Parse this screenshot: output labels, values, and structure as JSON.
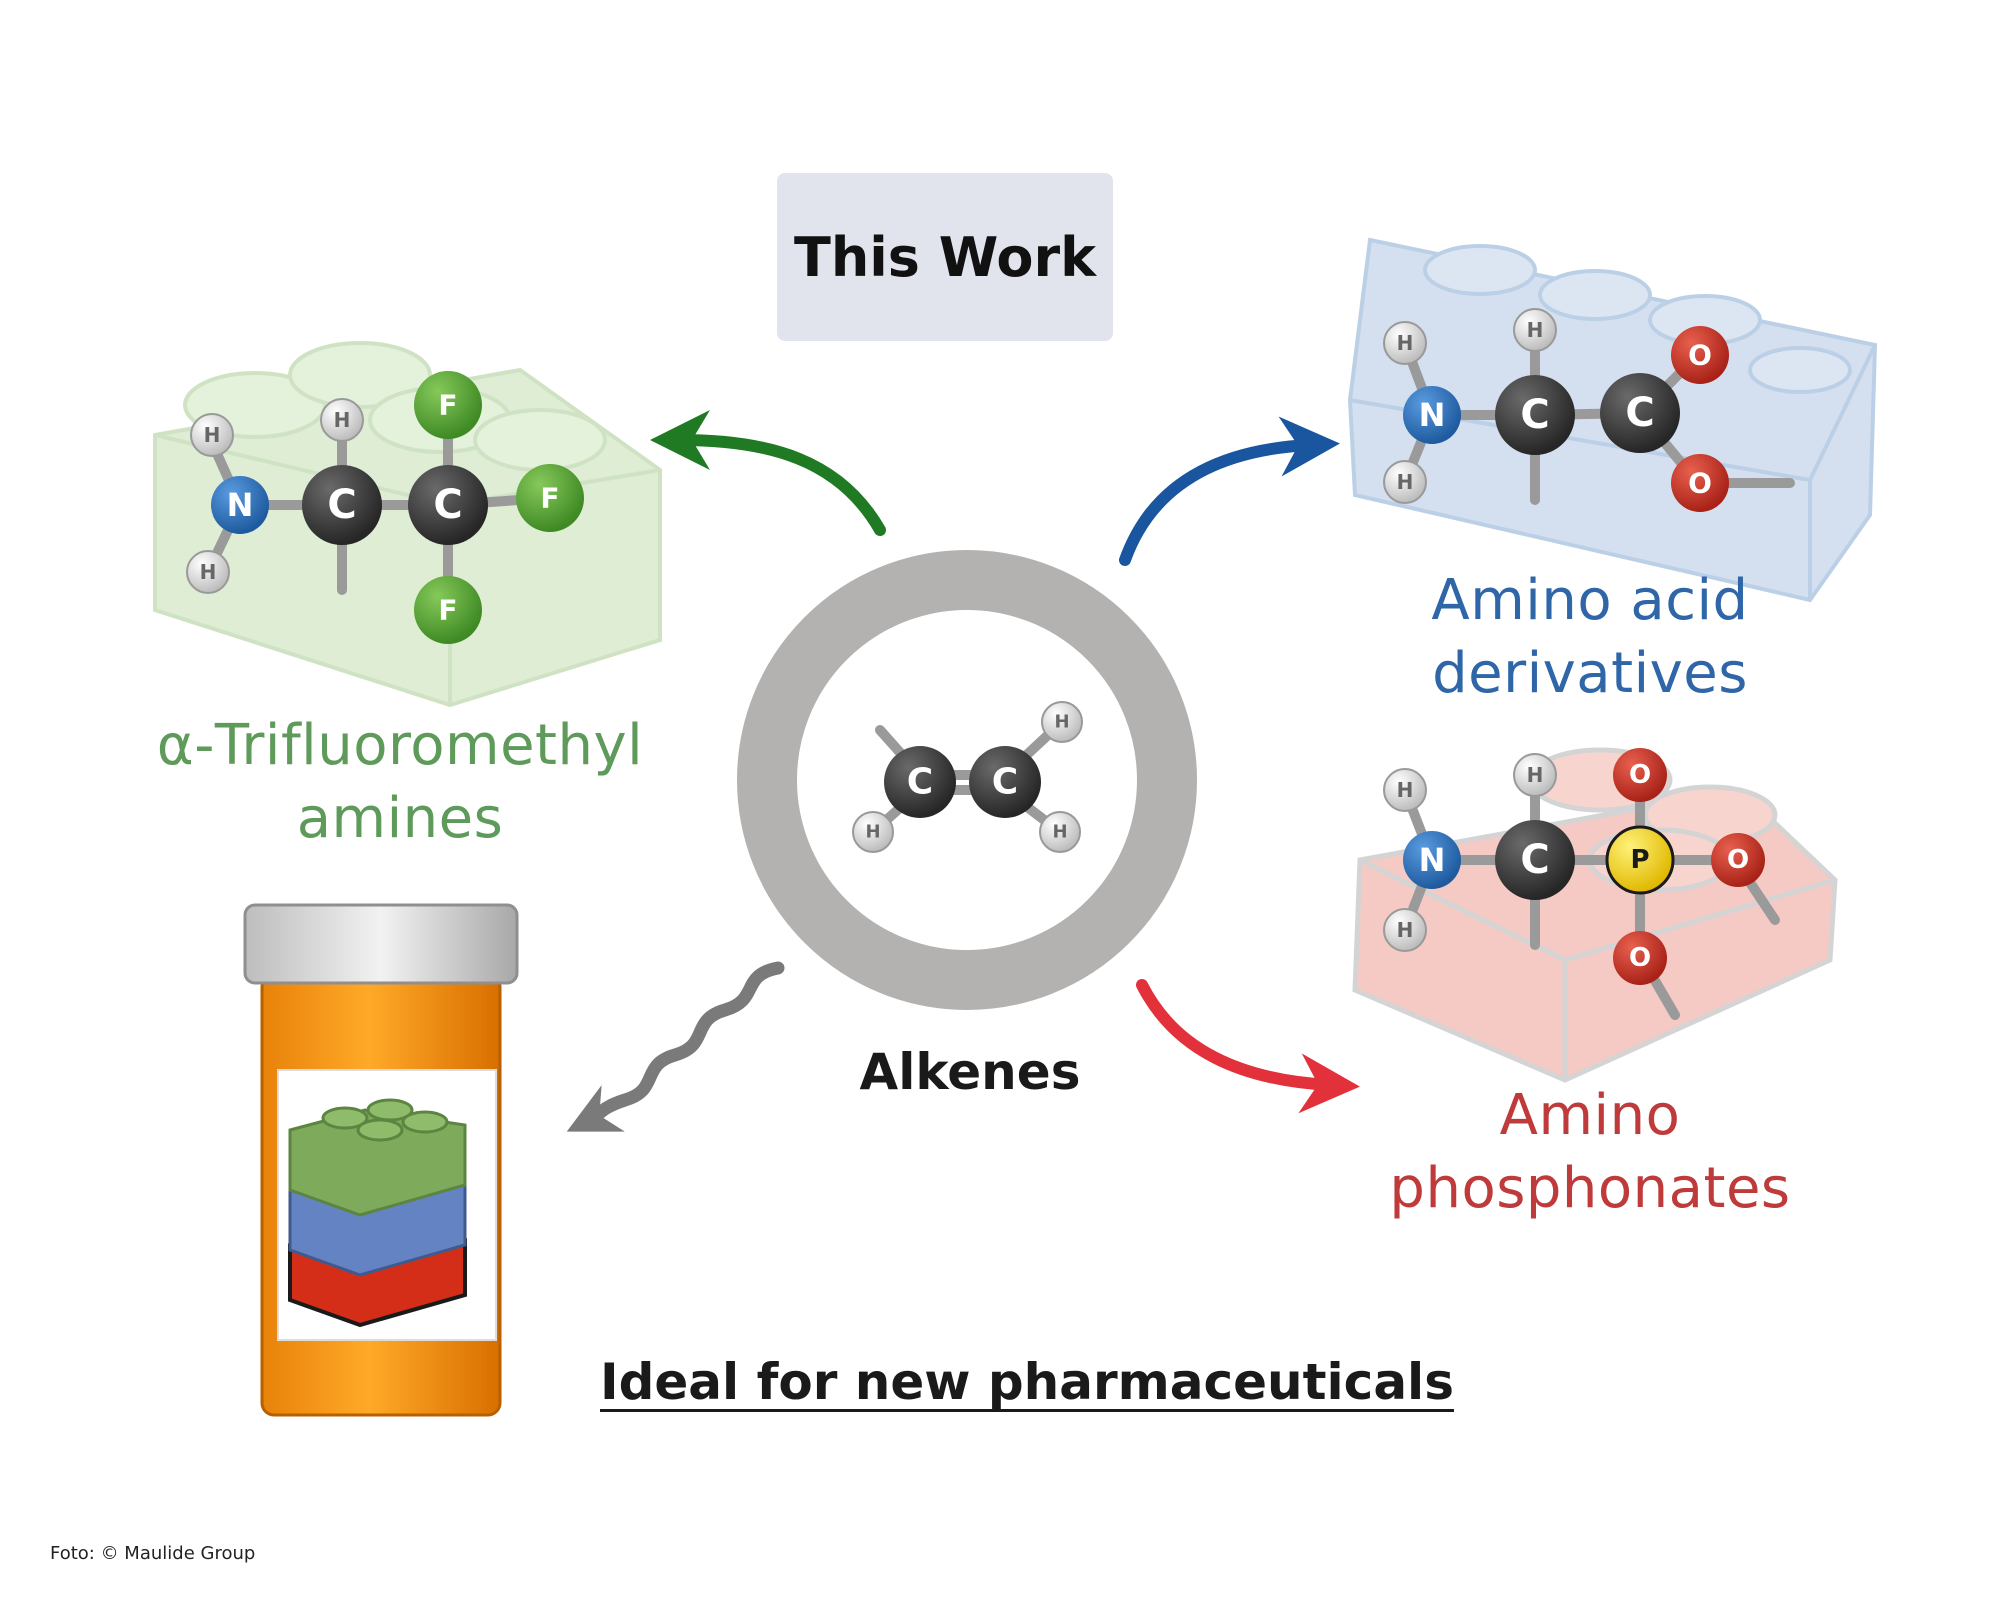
{
  "header": {
    "title": "This Work"
  },
  "center": {
    "label": "Alkenes"
  },
  "products": {
    "trifluoromethyl": {
      "line1": "α-Trifluoromethyl",
      "line2": "amines",
      "color": "#5e9a5a"
    },
    "amino_acid": {
      "line1": "Amino acid",
      "line2": "derivatives",
      "color": "#2f66a8"
    },
    "phosphonates": {
      "line1": "Amino",
      "line2": "phosphonates",
      "color": "#bf3a3a"
    }
  },
  "footer": {
    "tagline": "Ideal for new pharmaceuticals",
    "credit": "Foto: © Maulide Group"
  },
  "atoms": {
    "C": "C",
    "H": "H",
    "N": "N",
    "O": "O",
    "F": "F",
    "P": "P"
  },
  "colors": {
    "green_arrow": "#1f7a23",
    "blue_arrow": "#1a56a0",
    "red_arrow": "#e2313b",
    "ring": "#b4b2b0",
    "carbon": "#3a3a3a",
    "nitrogen": "#2a6fb5",
    "fluorine": "#5aa33a",
    "oxygen": "#c93226",
    "phosphorus": "#f2d21a",
    "hydrogen": "#e8e8e8"
  }
}
